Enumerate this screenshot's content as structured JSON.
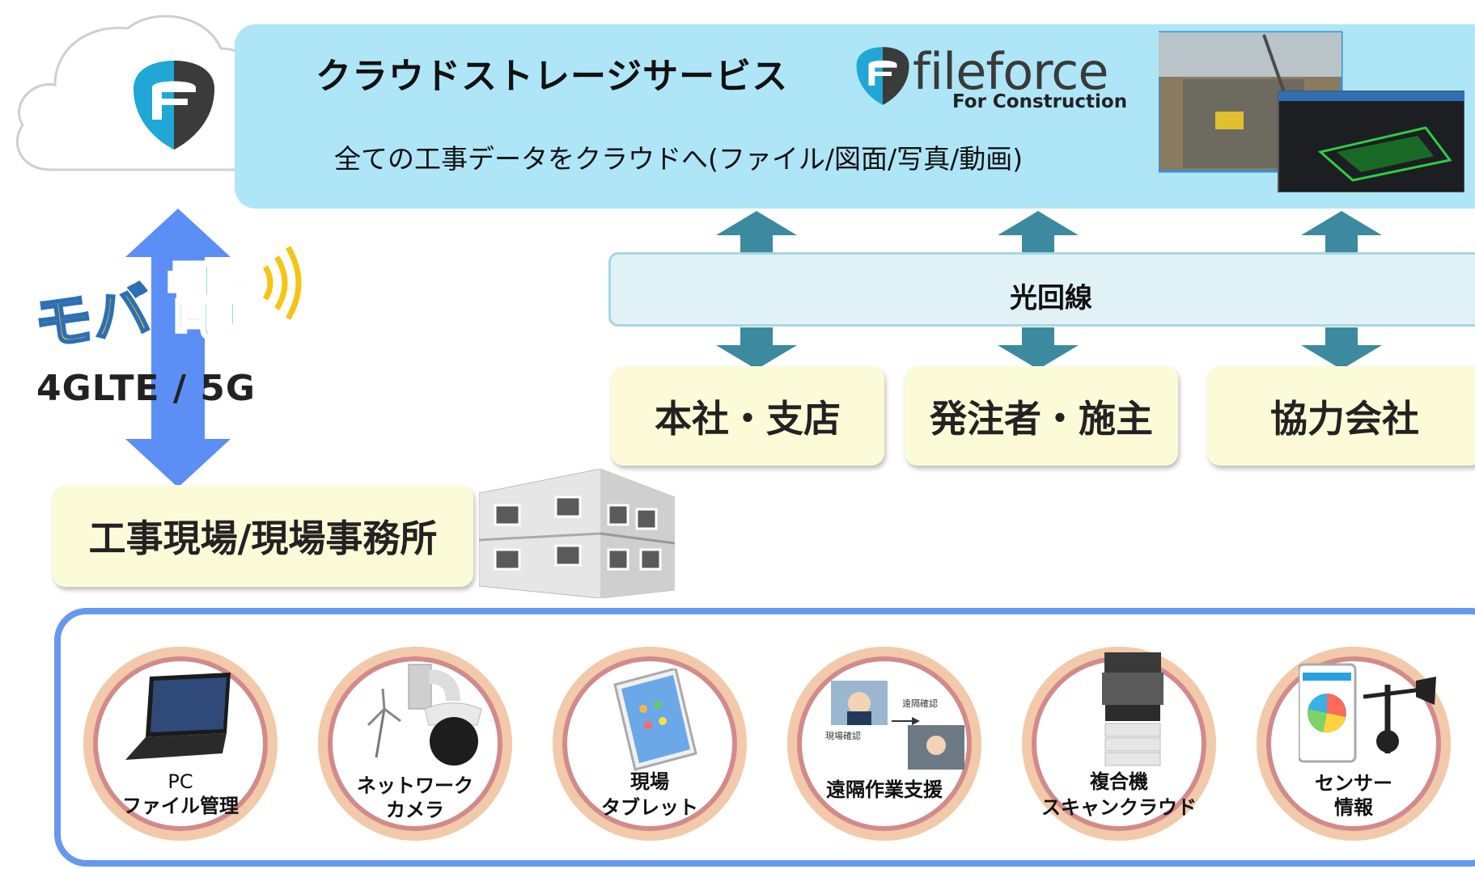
{
  "cloud": {
    "title": "クラウドストレージサービス",
    "subtitle": "全ての工事データをクラウドへ(ファイル/図面/写真/動画)",
    "brand": {
      "name": "fileforce",
      "sub": "For Construction"
    }
  },
  "network": {
    "logo_text": "モバ電",
    "label": "4GLTE / 5G",
    "fiber_label": "光回線"
  },
  "destinations": [
    {
      "label": "本社・支店"
    },
    {
      "label": "発注者・施主"
    },
    {
      "label": "協力会社"
    }
  ],
  "site": {
    "label": "工事現場/現場事務所"
  },
  "devices": [
    {
      "line1": "PC",
      "line2": "ファイル管理"
    },
    {
      "line1": "ネットワーク",
      "line2": "カメラ"
    },
    {
      "line1": "現場",
      "line2": "タブレット"
    },
    {
      "line1": "遠隔作業支援",
      "line2": "",
      "photo_text_1": "遠隔確認",
      "photo_text_2": "現場確認"
    },
    {
      "line1": "複合機",
      "line2": "スキャンクラウド"
    },
    {
      "line1": "センサー",
      "line2": "情報"
    }
  ],
  "colors": {
    "banner": "#aee6f7",
    "arrow_teal": "#3c8aa0",
    "arrow_blue": "#5b8ff5",
    "panel_border": "#6699ee",
    "box_fill": "#fcfbd8",
    "ring_outer": "#f2c9a9",
    "ring_inner": "#d28a8a"
  },
  "icons": [
    "cloud-icon",
    "fileforce-shield-icon",
    "construction-photo-icon",
    "radio-waves-icon",
    "site-office-building-icon",
    "laptop-icon",
    "network-camera-icon",
    "tablet-icon",
    "remote-support-icon",
    "multifunction-printer-icon",
    "sensor-icon"
  ]
}
